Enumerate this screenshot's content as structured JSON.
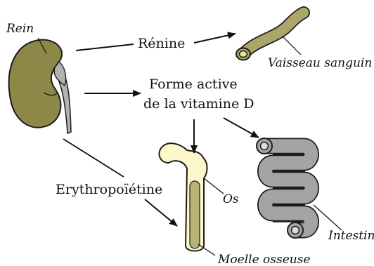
{
  "labels": {
    "rein": "Rein",
    "renine": "Rénine",
    "vaisseau": "Vaisseau sanguin",
    "vitamine_line1": "Forme active",
    "vitamine_line2": "de la vitamine D",
    "erythro": "Erythropoïétine",
    "os": "Os",
    "intestin": "Intestin",
    "moelle": "Moelle osseuse"
  },
  "colors": {
    "kidney": "#8d8748",
    "vessel": "#aba66a",
    "vessel_inner": "#e6e1a2",
    "bone": "#fdf7c9",
    "marrow": "#b6b476",
    "intestine": "#a4a4a2",
    "intestine_inner": "#dcdcda",
    "ureter": "#b2b2b0",
    "stroke": "#1c1c1c"
  }
}
